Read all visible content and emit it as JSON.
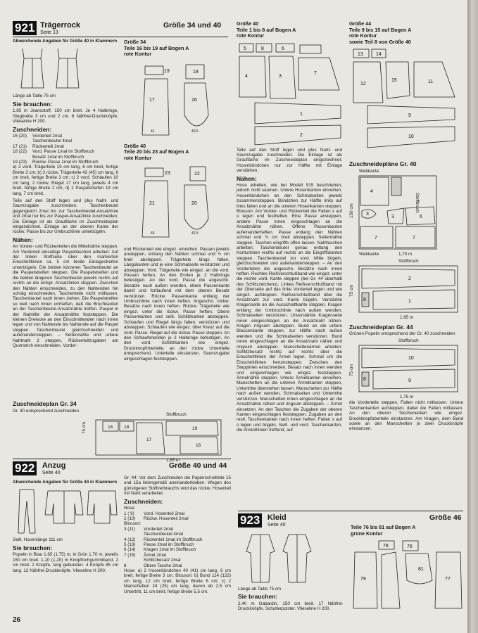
{
  "page_number": "26",
  "models": {
    "m921": {
      "number": "921",
      "name": "Trägerrock",
      "page": "Seite 13",
      "sizes": "Größe 34 und 40",
      "deviation": "Abweichende Angaben für Größe 40 in Klammern",
      "length": "Länge ab Taille 75 cm",
      "needs_title": "Sie brauchen:",
      "needs_text": "1,85 m Jeansstoff, 150 cm breit. Je 4 Halbringe, Stegbreite 3 cm und 2 cm. 8 Nähfrei-Druckknöpfe. Vlieseline H 200.",
      "cut_title": "Zuschneiden:",
      "cut_rows": [
        {
          "n": "16 (20)",
          "t": "Vorderteil 2mal"
        },
        {
          "n": "",
          "t": "Taschenbeutel 4mal"
        },
        {
          "n": "17 (21)",
          "t": "Rückenteil 2mal"
        },
        {
          "n": "18 (22)",
          "t": "Vord. Passe 1mal im Stoffbruch"
        },
        {
          "n": "",
          "t": "Besatz 1mal im Stoffbruch"
        },
        {
          "n": "19 (23)",
          "t": "Rückw. Passe 1mal im Stoffbruch"
        }
      ],
      "cut_extra": "a) 2 vord. Trägerteile 15 cm lang, 6 cm breit, fertige Breite 3 cm; b) 2 rückw. Trägerteile 42 (45) cm lang, 6 cm breit, fertige Breite 3 cm; c) 2 vord. Schlaufen 10 cm lang, 2 rückw. Riegel 17 cm lang, jeweils 4 cm breit, fertige Breite 2 cm; d) 2 Paspelstreifen 18 cm lang, 7 cm breit.",
      "cut_note": "Teile auf den Stoff legen und plus Naht- und Saumzugabe zuschneiden. Taschenbeutel gegengleich 2mal bis zur Taschenbeutel-Ansatzlinie und 2mal nur bis zur Paspel-Ansatzlinie zuschneiden. Die Einlage ist als Graufläche im Zuschneideplan eingezeichnet. Einlage an der oberen Kante der rückw. Passe bis zur Umbruchlinie unterbügeln.",
      "sew_title": "Nähen:",
      "sew_text": "An Vorder- und Rückenteilen die Mittelnähte steppen. Am Vorderteil einseitige Paspeltaschen arbeiten: Auf der linken Stoffseite über den markierten Einschnittlinien ca. 5 cm breite Einlagestreifen unterbügeln. Die beiden kürzeren Taschenbeutel an die Paspelstreifen steppen. Die Paspelstreifen und die beiden längeren Taschenbeutel jeweils rechts auf rechts an die entspr. Ansatzlinien steppen. Zwischen den Nähten einschneiden, zu den Nahtenden hin schräg einschneiden, Taschenteile nicht mitfassen. Taschenbeutel nach innen ziehen. Die Paspelstreifen so weit nach innen umheften, daß die Bruchkanten an der Taschenbeutel-Ansatznähte treffen. Paspel in der Nahtrille der Ansatznähte feststeppen. Die kleinen Dreiecke an den Einschnittenden nach innen legen und von Nahtende bis Nahtende auf die Paspel steppen. Taschenbeutel gleichschneiden und aufeinandersteppen. – Seitennahte und untere Nahtnaht 3 steppen, Rückenteilzugaben am Querstrich einschneiden. Vorder-",
      "plan_title": "Zuschneideplan Gr. 34",
      "plan_sub": "Gr. 40 entsprechend zuschneiden",
      "plan_fold": "Stoffbruch",
      "plan_height": "75 cm",
      "plan_width": "1,85 m",
      "pieces_34": {
        "title": "Größe 34",
        "sub1": "Teile 16 bis 19 auf Bogen A",
        "sub2": "rote Kontur"
      },
      "pieces_40": {
        "title": "Größe 40",
        "sub1": "Teile 20 bis 23 auf Bogen A",
        "sub2": "rote Kontur"
      },
      "sew_cont": "und Rückenteil wie eingez. einreihen. Passen jeweils ansteppen, entlang den Nähten schmal und ¾ cm breit absteppen. Trägerteile längs falten, Längskanten und je eine Schmalseite verstürzen und absteppen. Vord. Trägerteile wie eingez. an die vord. Passen heften. An den Enden je 2 Halbringe befestigen. An der vord. Passe die angeschn. Besatze nach außen wenden, obere Passenkante damit und fortlaufend mit dem oberen Besatz verstürzen. Rückw. Passenkante entlang der Umbruchlinie nach innen heften. Angeschn. rückw. Besätze nach innen heften. Rückw. Trägerteile wie eingez. unter die rückw. Passe heften. Obere Passenkanten und seitl. Schlitzkanten absteppen. Schlaufen und Riegel längs falten, verstürzen und absteppen. Schlaufen wie eingez. über Kreuz auf die vord. Passe. Riegel auf die rückw. Passe steppen. An den Schlaufenenden je 2 Halbringe befestigen. An den vord. Schlitzkanten wie eingez. Druckknopfoberteile, an den rückw. Untertteile entsprechend. Untertelle einstanzen. Saumzugabe eingeschlagen feststeppen."
    },
    "m922": {
      "number": "922",
      "name": "Anzug",
      "page": "Seite 40",
      "sizes": "Größe 40 und 44",
      "deviation": "Abweichende Angaben für Größe 44 in Klammern",
      "length": "Seitl. Hosenlänge 111 cm",
      "needs_title": "Sie brauchen:",
      "needs_text": "Popelin in Blau 1,65 (1,75) m, in Grün 1,70 m, jeweils 150 cm breit. 1,10 (1,20) m Knopflochgummiband, 2 cm breit. 2 Knopfe, lang gebunden. 4 Knöpfe 85 cm lang. 12 Nähfrei-Druckknöpfe. Vlieseline H 200.",
      "gr44_text": "Gr. 44: Vor dem Zuschneiden die Papierschnitteile 15 und 15a liniengemäß aneinanderkleben. Wegen des günstigeren Stoffverbrauchs wird das rückw. Hosenteil mit Naht verarbeitet.",
      "cut_title": "Zuschneiden:",
      "cut_intro": "Hose:",
      "cut_rows": [
        {
          "n": "1 ( 9)",
          "t": "Vord. Hosenteil 2mal"
        },
        {
          "n": "2 (10)",
          "t": "Rückw. Hosenteil 2mal"
        },
        {
          "n": "Blouson:",
          "t": ""
        },
        {
          "n": "3 (11)",
          "t": "Vorderteil 2mal"
        },
        {
          "n": "",
          "t": "Taschenbeutel 4mal"
        },
        {
          "n": "4 (12)",
          "t": "Rückenteil 1mal im Stoffbruch"
        },
        {
          "n": "5 (13)",
          "t": "Passe 2mal im Stoffbruch"
        },
        {
          "n": "6 (14)",
          "t": "Kragen 1mal im Stoffbruch"
        },
        {
          "n": "7 (15)",
          "t": "Ärmel 2mal"
        },
        {
          "n": "",
          "t": "Schlitzbesatz 2mal"
        },
        {
          "n": "8",
          "t": "Obere Tasche 2mal"
        }
      ],
      "cut_extra": "Hose: a) 2 Hosenbündchen 40 (41) cm lang, 6 cm breit, fertige Breite 3 cm. Blouson: b) Bund 114 (122) cm lang, 12 cm breit, fertige Breite 6 cm; c) 2 Manschetten 24 (25) cm lang, davon ab 2,5 cm Untertritt, 11 cm breit, fertige Breite 5,5 cm.",
      "pieces": {
        "title": "Größe 40",
        "sub1": "Teile 1 bis 8 auf Bogen A",
        "sub2": "rote Kontur"
      },
      "cut_note": "Teile auf den Stoff legen und plus Naht- und Saumzugabe zuschneiden. Die Einlage ist als Graufläche im Zuschneideplan eingezeichnet. Hosenbündchen nur zur Hälfte mit Einlage verstärken.",
      "sew_title": "Nähen:",
      "sew_text": "Hose arbeiten, wie bei Modell 915 beschrieben, jedoch nicht säumen. Untere Hosenkanten einreihen. Hosenbündchen an den Schmalseiten jeweils zusammensteppen. Bündchen zur Hälfte links auf links falten und an die unteren Hosenkanten steppen. Blouson: Am Vorder- und Rückenteil die Falten x auf o legen und festheften. Eine Passe ansteppen, andere Passe innen eingeschlagen an die Ansatznähte nähen. Offene Passenkanten aufeinanderheften. Passe entlang den Nähten schmal und ¾ cm breit absteppen. Seitennähte steppen. Taschen eingriffe offen lassen. Nahttaschen arbeiten: Taschenbeutel genau entlang den Konturlinien rechts auf rechts an die Eingriffskanten steppen. Taschenbeutel zur vord. Mitte bügeln, gleichschneiden und aufeinandersteppen. – An den Vorderteilen die angeschn. Besätze nach innen heften. Rechtes Reißverschlußband wie eingez. unter die rechte vord. Kante steppen (bei Gr. 44 oberhalb des Schlitzzeichens). Linkes Reißverschlußband mit der Oberseite auf das linke Vorderteil legen und wie eingez. aufsteppen. Reißverschlußband über die Ansatznaht zur vord. Kante bügeln. Verstärkte Kragenseite an die Ausschnittkante steppen. Kragen entlang der Umbruchlinie nach außen wenden, Schmalseiten verstürzen. Unverstärkte Kragenseite innen eingeschlagen an die Ansatznaht nähen. Kragen ringsum absteppen. Bund an die untere Blousonkante steppen, zur Hälfte nach außen wenden und die Schmalseiten verstürzen. Bund innen eingeschlagen an die Ansatznaht nähen und ringsum absteppen. Manschettenärmel arbeiten: Schlitzbesatz rechts auf rechts über die Einschnittlinien der Ärmel legen. Schmal um die Einschnittlinien herumsteppen. Zwischen den Steppinien einschneiden. Besatz nach innen wenden und eingeschlagen wie eingez. feststeppen. Ärmelnähte steppen. Untere Ärmelkanten einreihen. Manschetten an die unteren Ärmelkanten steppen, Untertritte überstehen lassen. Manschetten zur Hälfte nach außen wenden, Schmalseiten und Untertritte verstürzen. Manschetten innen eingeschlagen an die Ansatznähte nähen und ringsum absteppen. – Ärmel einsetzen. An den Taschen die Zugaben der oberen Kanten eingeschlagen feststeppen. Zugaben an den restl. Taschenkanten nach innen heften. Falten x auf o legen und bügeln. Seitl. und vord. Taschenkanten, die Anstoßlinien treffend, auf",
      "pieces44": {
        "title": "Größe 44",
        "sub1": "Teile 9 bis 15 auf Bogen A",
        "sub2": "rote Kontur",
        "sub3": "sowie Teil 8 von Größe 40"
      },
      "plans_title": "Zuschneidepläne Gr. 40",
      "plan1": {
        "sel": "Webkante",
        "fold": "Stoffbruch",
        "h": "150 cm",
        "w": "1,70 m",
        "sel2": "Webkante"
      },
      "plan2": {
        "fold": "Stoffbruch",
        "h": "75 cm",
        "w": "1,65 m"
      },
      "plan44_title": "Zuschneideplan Gr. 44",
      "plan44_sub": "Grünen Popelin entsprechend der Gr. 40 zuschneiden",
      "plan3": {
        "fold": "Stoffbruch",
        "h": "75 cm",
        "w": "1,75 m"
      },
      "sew_end": "die Vorderteile steppen, Falten nicht mitfassen. Untere Taschenkanten aufsteppen, dabei die Falten mitfassen. An den oberen Taschenecken wie eingez. Druckknopfoberteile einstanzen. Am Kragen, dem Bund sowie an den Manschetten je zwei Druckknöpfe einstanzen."
    },
    "m923": {
      "number": "923",
      "name": "Kleid",
      "page": "Seite 40",
      "sizes": "Größe 46",
      "length": "Länge ab Taille 75 cm",
      "needs_title": "Sie brauchen:",
      "needs_text": "2,40 m Gabardin, 150 cm breit. 17 Nähfrei-Druckknöpfe. Schulterpolster. Vlieseline H 200.",
      "pieces": {
        "sub1": "Teile 76 bis 81 auf Bogen A",
        "sub2": "grüne Kontur"
      }
    }
  },
  "colors": {
    "paper": "#e9e7e1",
    "ink": "#1a1a1a",
    "badge": "#111111",
    "interfacing": "#9c9c9c"
  }
}
